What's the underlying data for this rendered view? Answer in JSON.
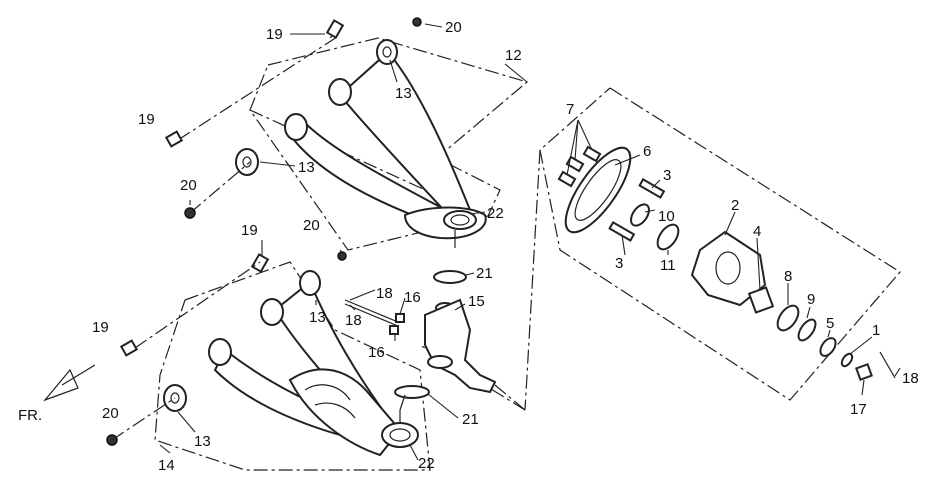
{
  "diagram": {
    "direction_label": "FR.",
    "callouts": [
      {
        "id": "c19a",
        "label": "19"
      },
      {
        "id": "c20a",
        "label": "20"
      },
      {
        "id": "c12",
        "label": "12"
      },
      {
        "id": "c13a",
        "label": "13"
      },
      {
        "id": "c19b",
        "label": "19"
      },
      {
        "id": "c13b",
        "label": "13"
      },
      {
        "id": "c20b",
        "label": "20"
      },
      {
        "id": "c22a",
        "label": "22"
      },
      {
        "id": "c19c",
        "label": "19"
      },
      {
        "id": "c20c",
        "label": "20"
      },
      {
        "id": "c16a",
        "label": "16"
      },
      {
        "id": "c18a",
        "label": "18"
      },
      {
        "id": "c21a",
        "label": "21"
      },
      {
        "id": "c15",
        "label": "15"
      },
      {
        "id": "c13c",
        "label": "13"
      },
      {
        "id": "c18b",
        "label": "18"
      },
      {
        "id": "c19d",
        "label": "19"
      },
      {
        "id": "c16b",
        "label": "16"
      },
      {
        "id": "c21b",
        "label": "21"
      },
      {
        "id": "c20d",
        "label": "20"
      },
      {
        "id": "c13d",
        "label": "13"
      },
      {
        "id": "c14",
        "label": "14"
      },
      {
        "id": "c22b",
        "label": "22"
      },
      {
        "id": "c7",
        "label": "7"
      },
      {
        "id": "c6",
        "label": "6"
      },
      {
        "id": "c3a",
        "label": "3"
      },
      {
        "id": "c10",
        "label": "10"
      },
      {
        "id": "c2",
        "label": "2"
      },
      {
        "id": "c3b",
        "label": "3"
      },
      {
        "id": "c11",
        "label": "11"
      },
      {
        "id": "c4",
        "label": "4"
      },
      {
        "id": "c8",
        "label": "8"
      },
      {
        "id": "c9",
        "label": "9"
      },
      {
        "id": "c5",
        "label": "5"
      },
      {
        "id": "c1",
        "label": "1"
      },
      {
        "id": "c18c",
        "label": "18"
      },
      {
        "id": "c17",
        "label": "17"
      }
    ]
  }
}
